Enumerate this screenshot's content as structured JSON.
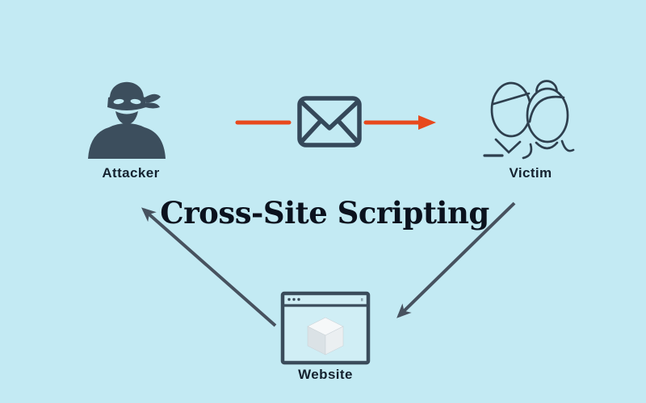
{
  "diagram": {
    "title": "Cross-Site Scripting",
    "nodes": [
      {
        "id": "attacker",
        "label": "Attacker",
        "icon": "masked-attacker-icon"
      },
      {
        "id": "victim",
        "label": "Victim",
        "icon": "two-people-icon"
      },
      {
        "id": "website",
        "label": "Website",
        "icon": "browser-window-cube-icon"
      }
    ],
    "edges": [
      {
        "from": "attacker",
        "to": "victim",
        "via": "envelope-icon",
        "style": "orange-arrow"
      },
      {
        "from": "victim",
        "to": "website",
        "style": "slate-arrow"
      },
      {
        "from": "website",
        "to": "attacker",
        "style": "slate-arrow"
      }
    ],
    "icons": {
      "attacker": "masked-bandit-silhouette",
      "message": "envelope-outline",
      "victim": "two-person-outline",
      "website": "browser-window-with-3d-cube"
    },
    "colors": {
      "background": "#c3eaf3",
      "icon_fill": "#3c4e5d",
      "outline_stroke": "#2e3f4e",
      "accent_orange": "#e8491d",
      "arrow_slate": "#47525f",
      "label_text": "#15222f",
      "title_text": "#0b121e",
      "cube_top": "#f6f8f9",
      "cube_left": "#dbe2e6",
      "cube_right": "#ebeff1"
    }
  }
}
